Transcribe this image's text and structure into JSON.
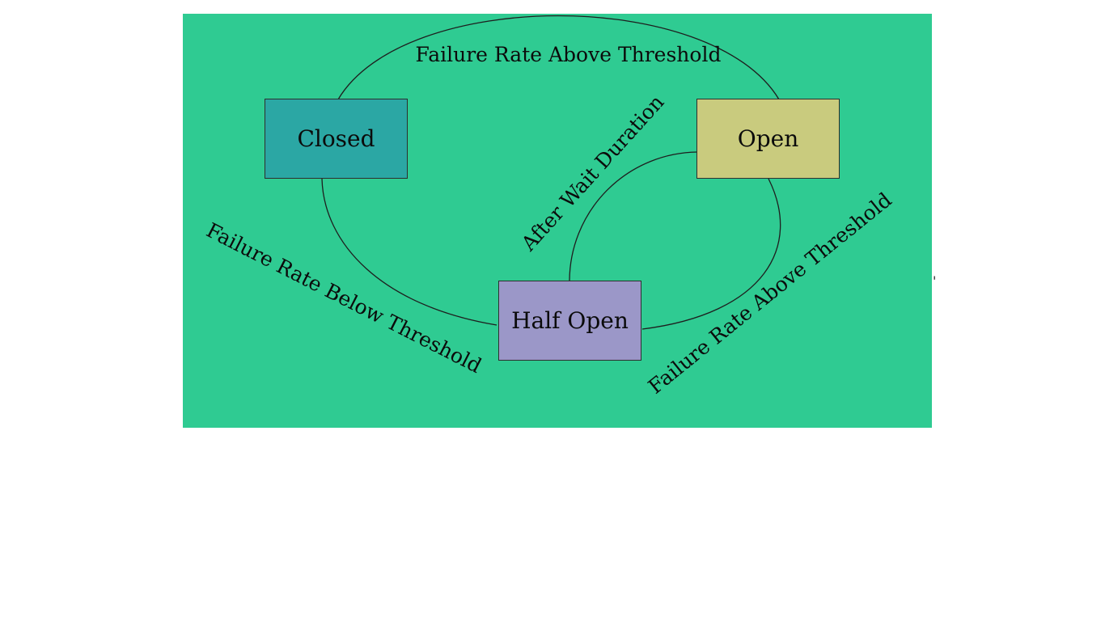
{
  "diagram": {
    "type": "state-diagram",
    "colors": {
      "background": "#2fcb92",
      "closed_fill": "#2ba7a4",
      "open_fill": "#c9cb7e",
      "half_open_fill": "#9b97c8",
      "line": "#1e1e1e",
      "text": "#0b0b0b"
    },
    "states": [
      {
        "id": "closed",
        "label": "Closed"
      },
      {
        "id": "open",
        "label": "Open"
      },
      {
        "id": "half-open",
        "label": "Half Open"
      }
    ],
    "transitions": [
      {
        "from": "Closed",
        "to": "Open",
        "label": "Failure Rate Above Threshold"
      },
      {
        "from": "Closed",
        "to": "Half Open",
        "label": "Failure Rate Below Threshold"
      },
      {
        "from": "Half Open",
        "to": "Open",
        "label": "After Wait Duration"
      },
      {
        "from": "Open",
        "to": "Half Open",
        "label": "Failure Rate Above Threshold"
      }
    ],
    "stray_mark": "'"
  }
}
